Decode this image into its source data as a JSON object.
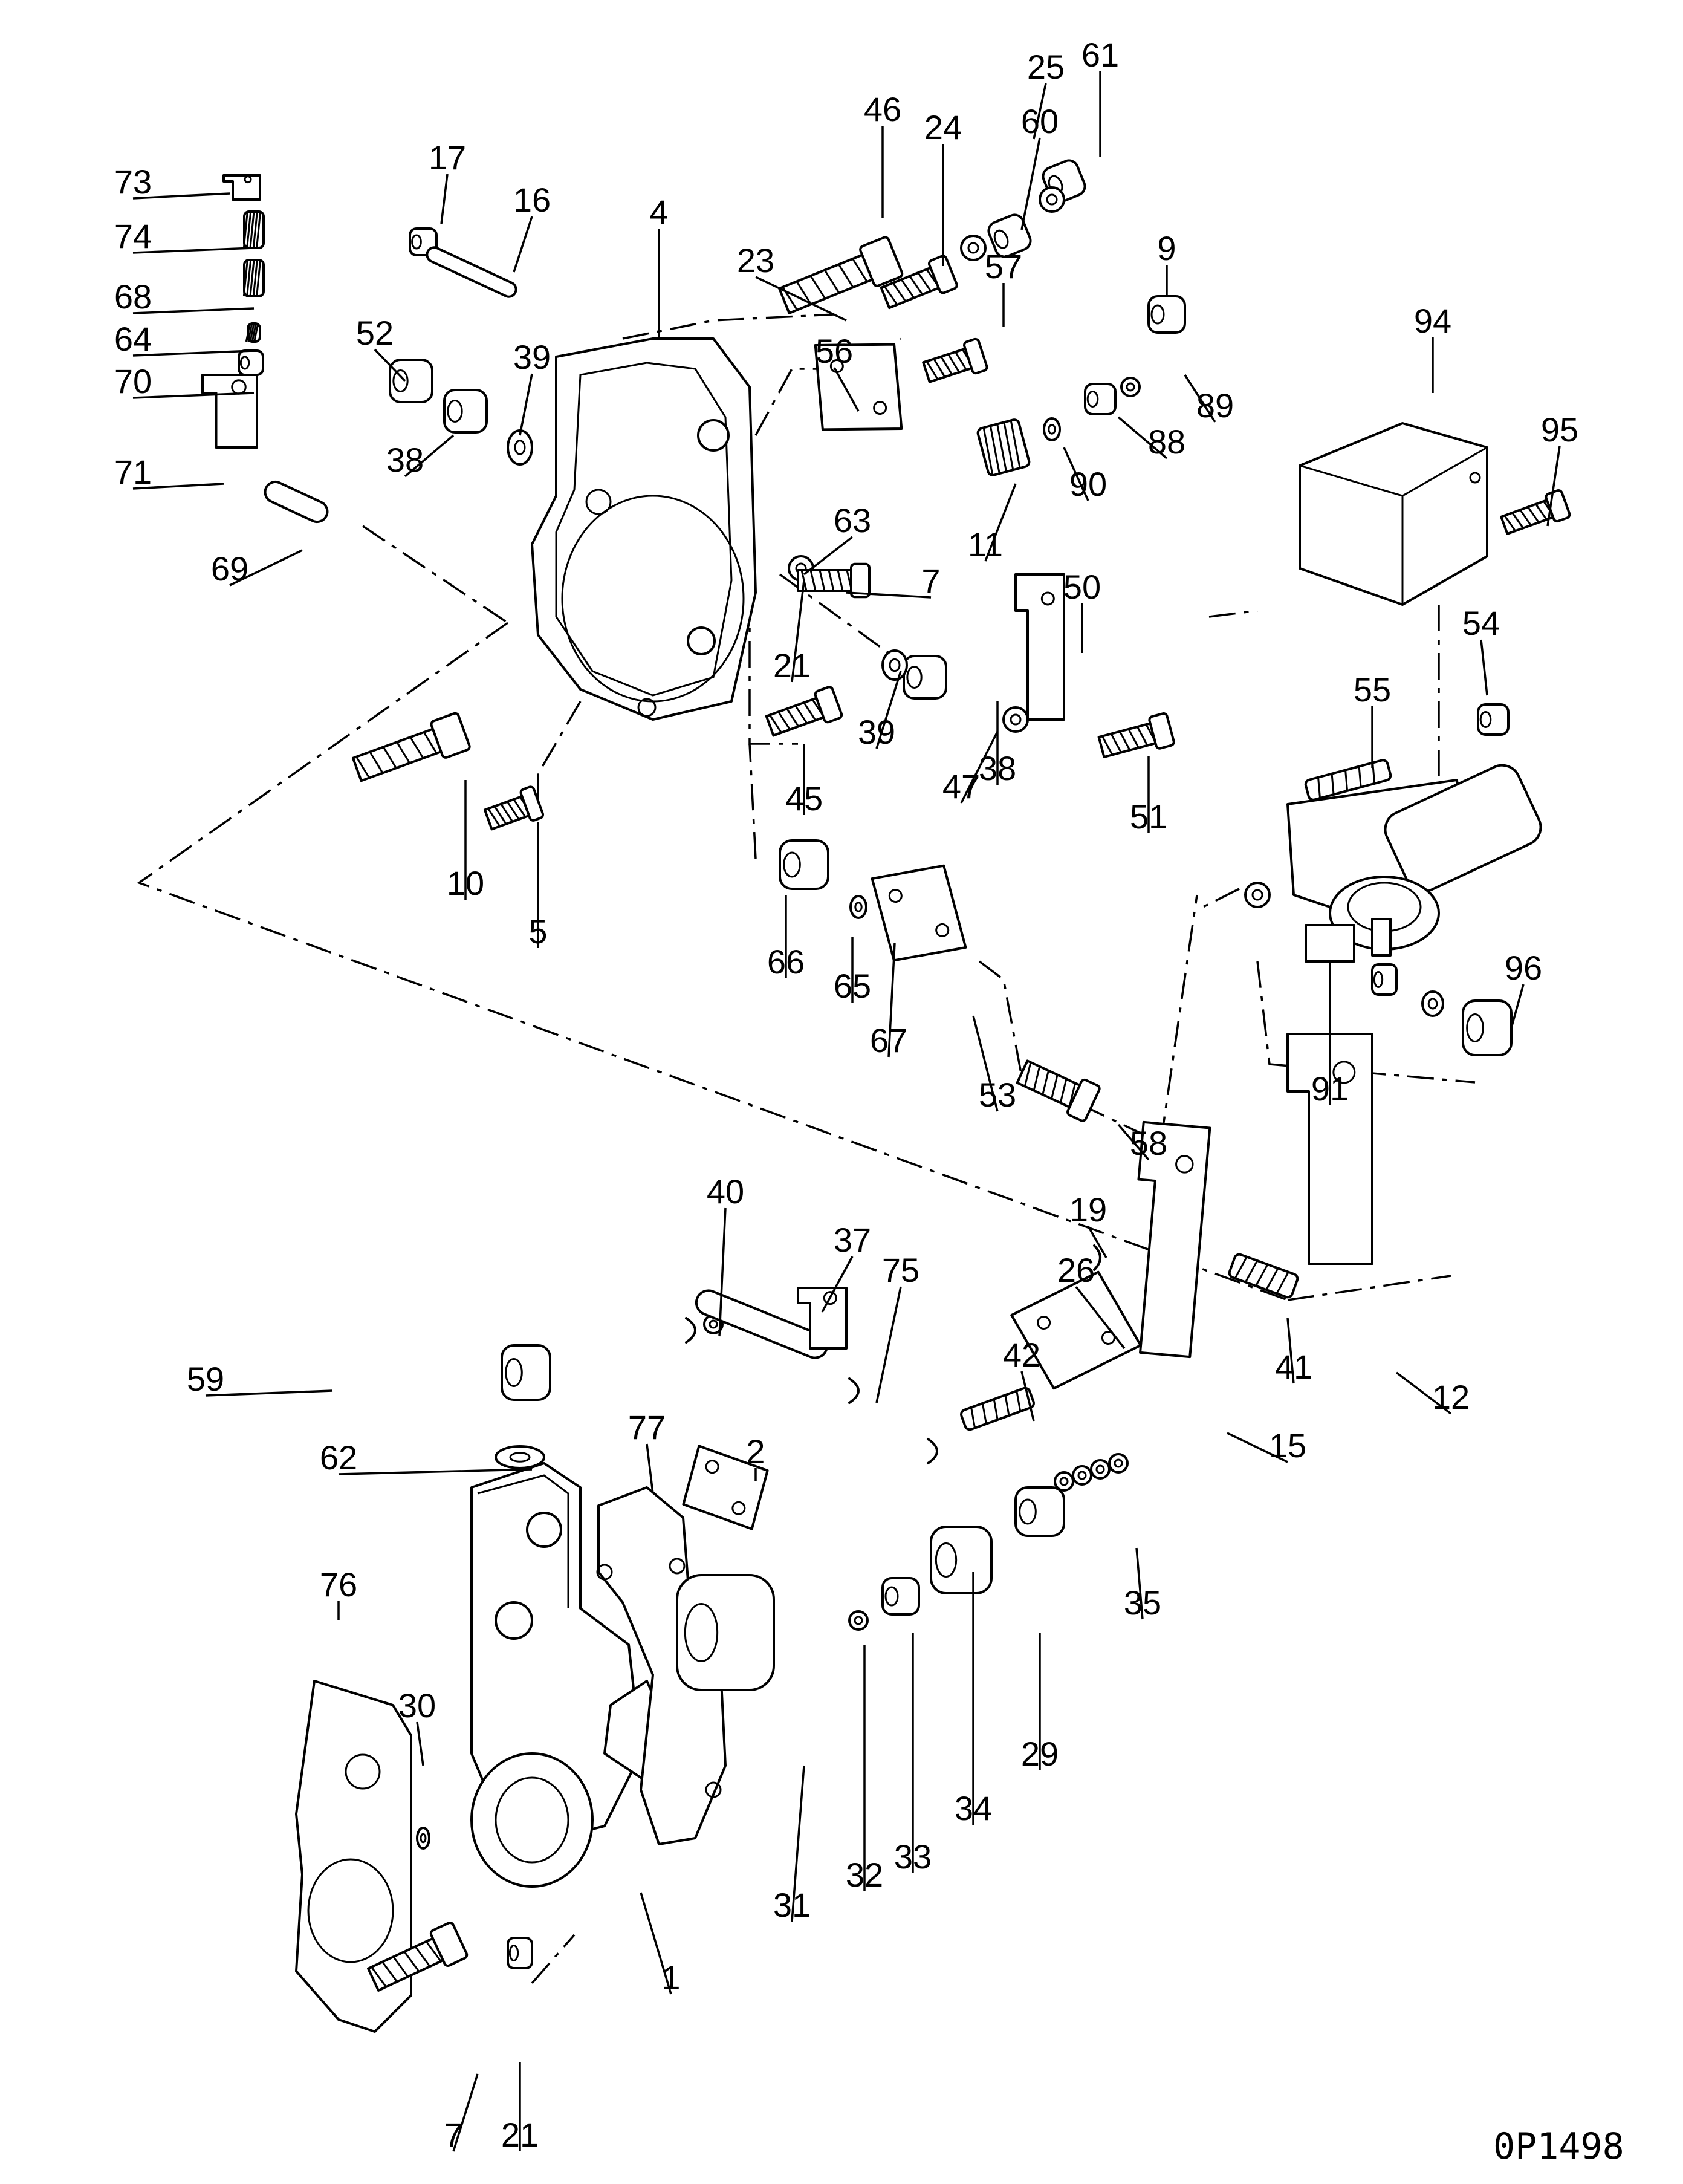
{
  "drawing_code": "0P1498",
  "callouts": [
    "1",
    "2",
    "4",
    "5",
    "7",
    "7",
    "9",
    "10",
    "11",
    "12",
    "15",
    "16",
    "17",
    "19",
    "21",
    "21",
    "23",
    "24",
    "25",
    "26",
    "29",
    "30",
    "31",
    "32",
    "33",
    "34",
    "35",
    "37",
    "38",
    "38",
    "39",
    "39",
    "40",
    "41",
    "42",
    "45",
    "46",
    "47",
    "50",
    "51",
    "52",
    "53",
    "54",
    "55",
    "56",
    "57",
    "58",
    "59",
    "60",
    "61",
    "62",
    "63",
    "64",
    "65",
    "66",
    "67",
    "68",
    "69",
    "70",
    "71",
    "73",
    "74",
    "75",
    "76",
    "77",
    "88",
    "89",
    "90",
    "91",
    "94",
    "95",
    "96"
  ]
}
